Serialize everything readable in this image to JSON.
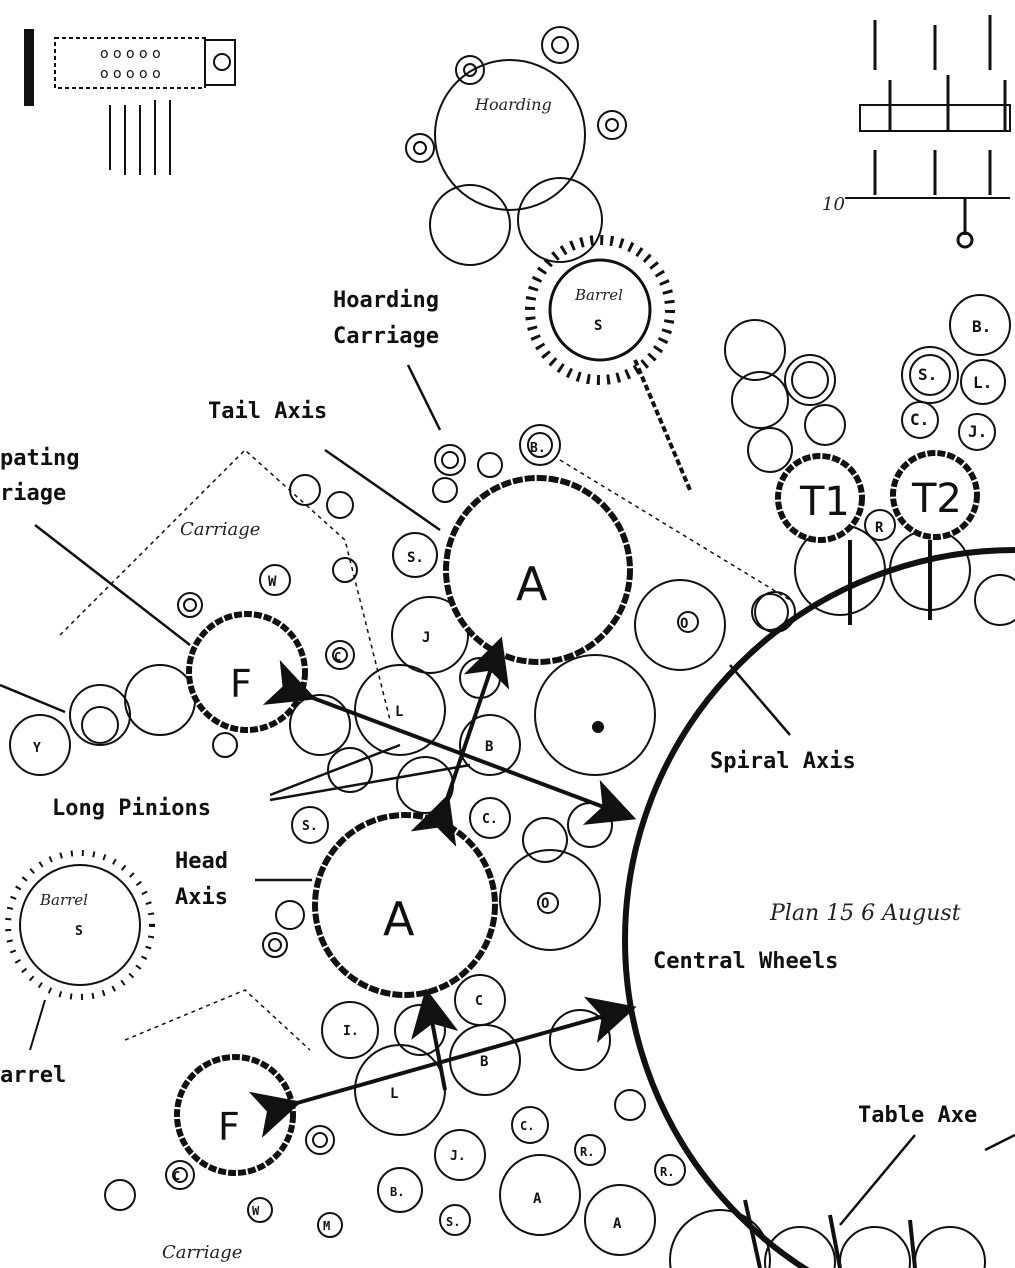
{
  "labels": {
    "boarding_carriage_1": "Hoarding",
    "boarding_carriage_2": "Carriage",
    "tail_axis": "Tail Axis",
    "anticipating_1": "pating",
    "anticipating_2": "riage",
    "spiral_axis": "Spiral Axis",
    "long_pinions": "Long Pinions",
    "head_axis_1": "Head",
    "head_axis_2": "Axis",
    "central_wheels": "Central Wheels",
    "barrel": "arrel",
    "table_axes": "Table Axe"
  },
  "wheel_letters": {
    "a_upper": "A",
    "a_lower": "A",
    "f_upper": "F",
    "f_lower": "F",
    "t1": "T1",
    "t2": "T2"
  },
  "small_letters": {
    "b_top": "B.",
    "s_right1": "S.",
    "l_right": "L.",
    "c_right": "C.",
    "j_right": "J.",
    "b_mid": "B.",
    "s_mid": "S.",
    "j_mid": "J",
    "w_left": "W",
    "c_left": "C",
    "l_mid": "L",
    "b_mid2": "B",
    "s_low": "S.",
    "c_low": "C.",
    "o_right": "O",
    "o_low": "O",
    "c_low2": "C",
    "i_low": "I.",
    "l_low": "L",
    "b_low": "B",
    "j_low": "J.",
    "c_low3": "C.",
    "a_small1": "A",
    "a_small2": "A",
    "r_low": "R.",
    "b_low2": "B.",
    "s_low2": "S.",
    "r_low2": "R.",
    "w_low": "W",
    "m_low": "M",
    "c_low4": "C",
    "y_left": "Y",
    "s_barrel": "S",
    "s_barrel2": "S",
    "r_t": "R",
    "b_t": "B."
  },
  "handwriting": {
    "carriage_upper": "Carriage",
    "carriage_lower": "Carriage",
    "barrel_top": "Barrel",
    "barrel_left": "Barrel",
    "plan_note": "Plan 15 6 August",
    "hoarding_note": "Hoarding"
  },
  "colors": {
    "ink": "#111111",
    "paper": "#ffffff"
  }
}
